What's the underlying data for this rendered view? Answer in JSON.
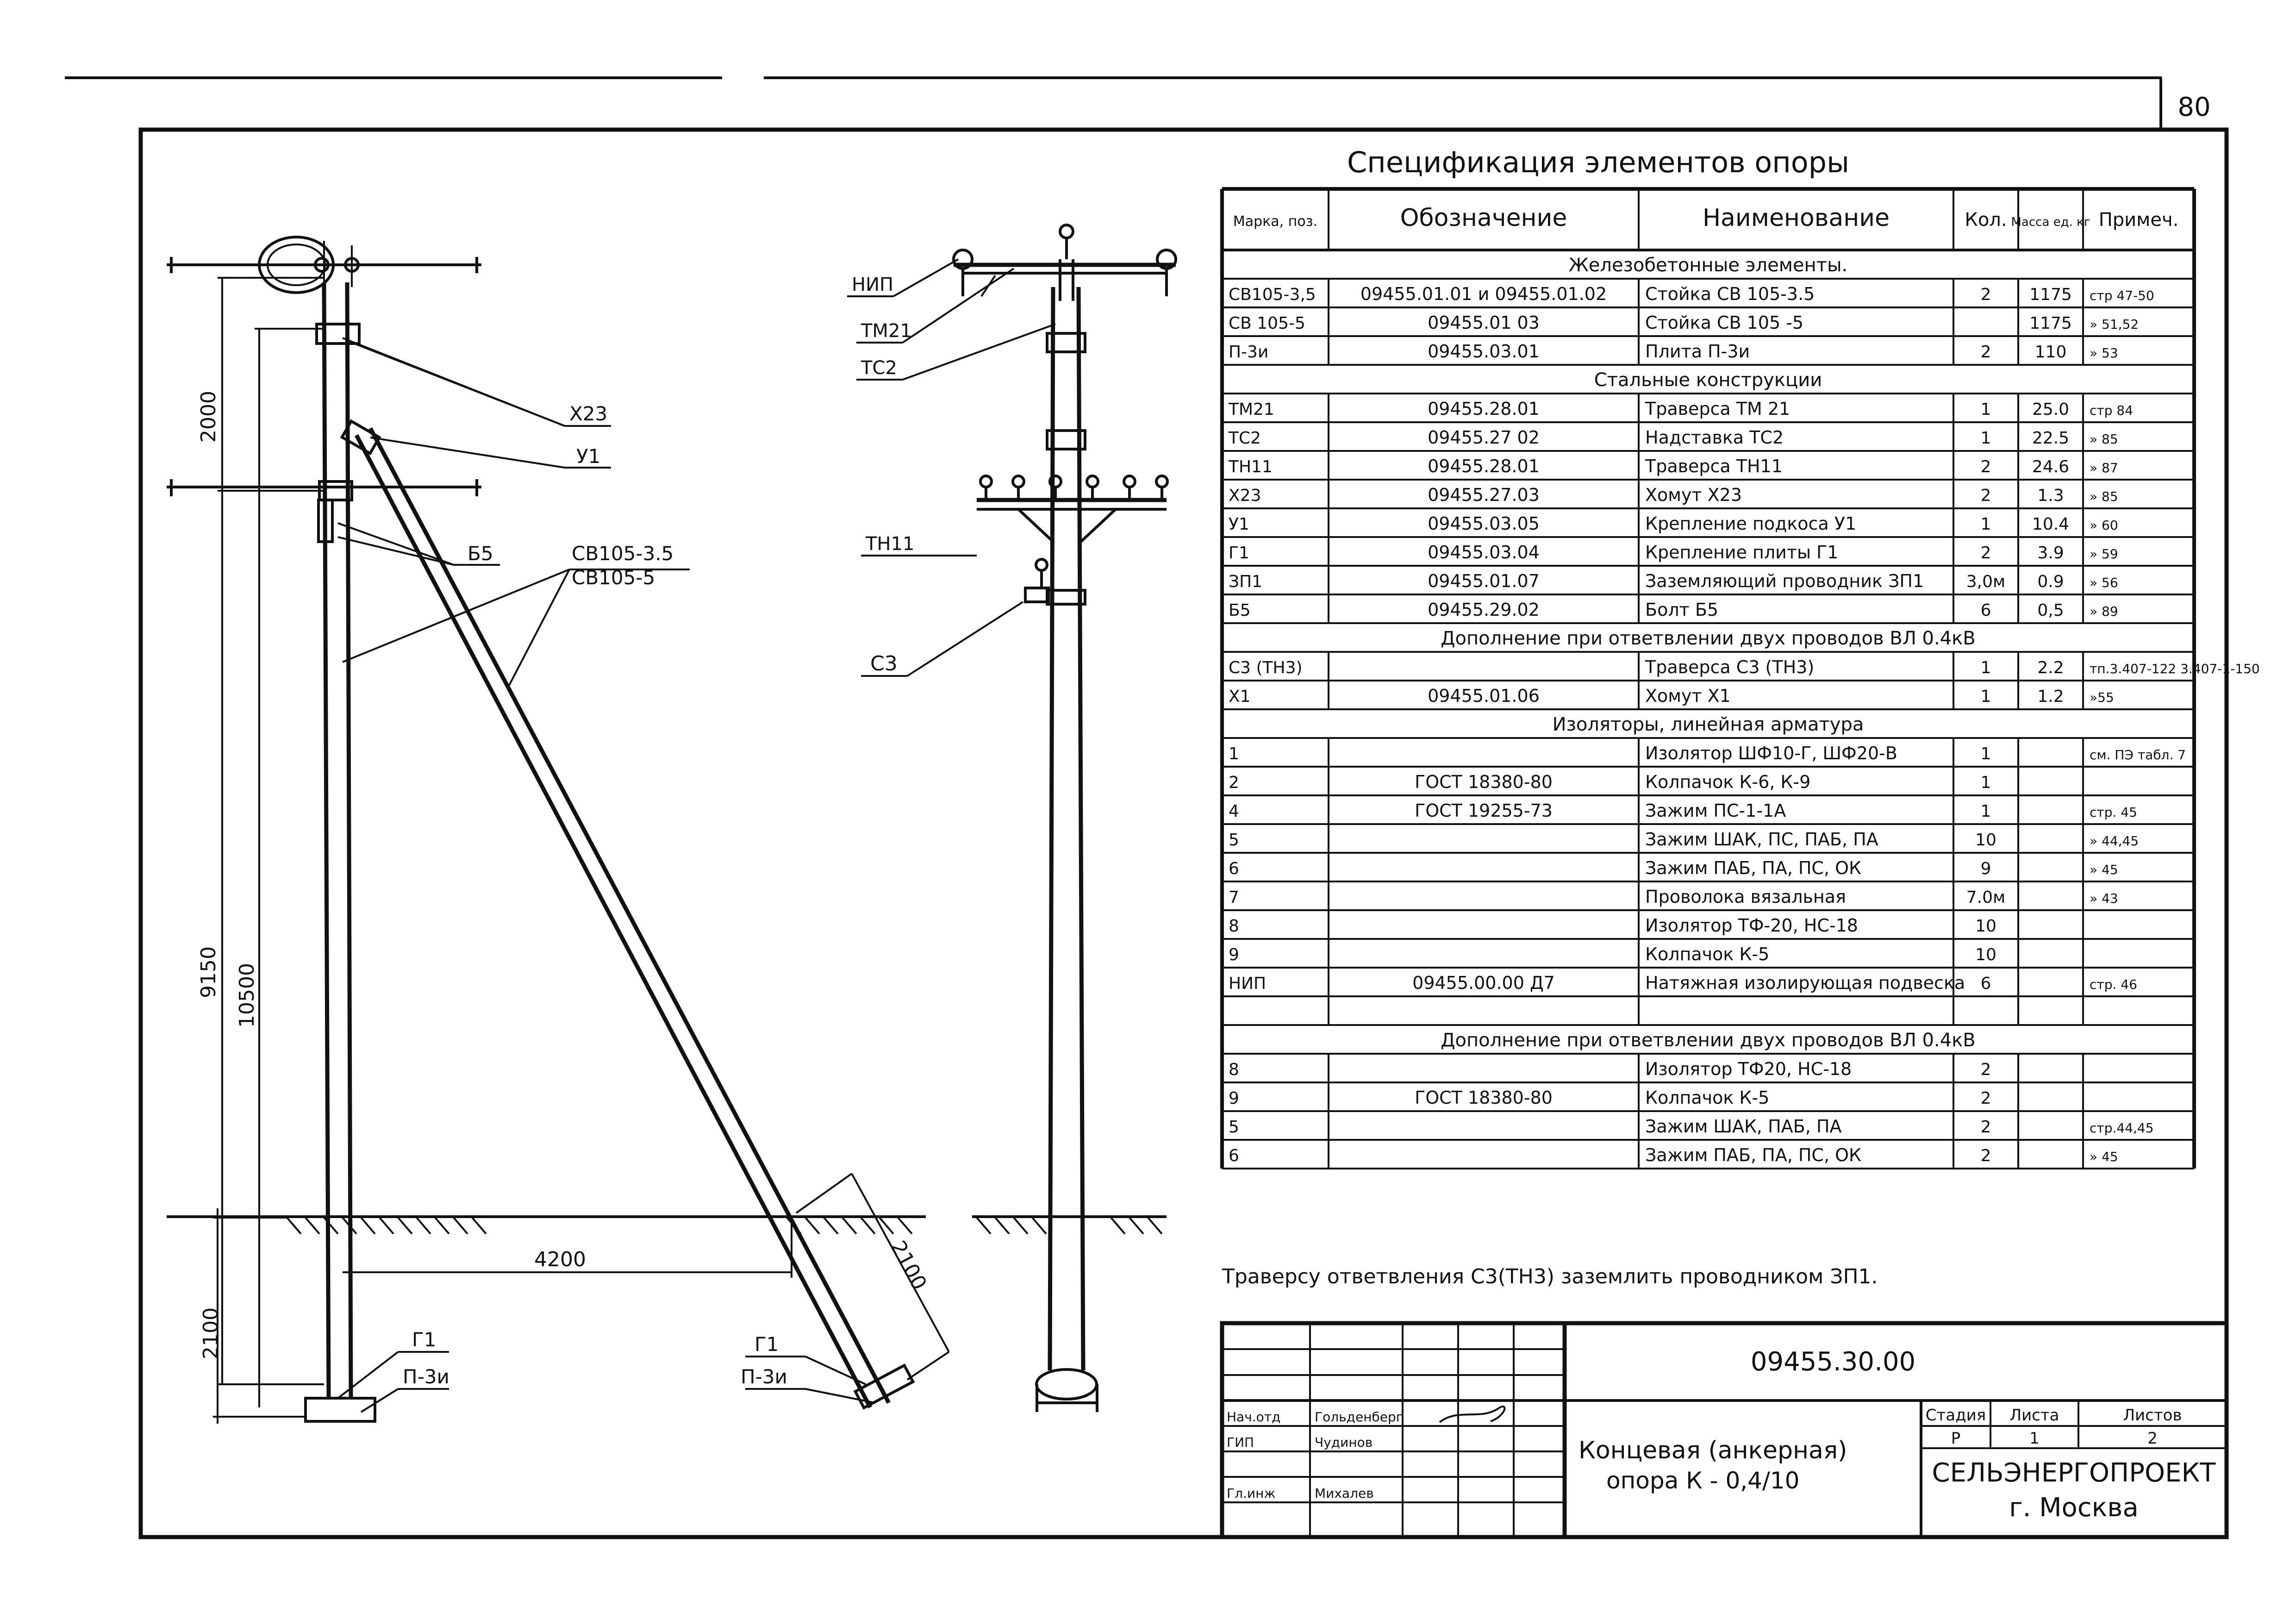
{
  "page_number": "80",
  "spec": {
    "title": "Спецификация элементов опоры",
    "headers": [
      "Марка, поз.",
      "Обозначение",
      "Наименование",
      "Кол.",
      "Масса ед. кг",
      "Примеч."
    ],
    "rows": [
      {
        "kind": "section",
        "text": "Железобетонные элементы."
      },
      {
        "kind": "row",
        "cells": [
          "СВ105-3,5",
          "09455.01.01 и 09455.01.02",
          "Стойка СВ 105-3.5",
          "2",
          "1175",
          "стр 47-50"
        ]
      },
      {
        "kind": "row",
        "cells": [
          "СВ 105-5",
          "09455.01 03",
          "Стойка СВ 105 -5",
          "",
          "1175",
          "» 51,52"
        ]
      },
      {
        "kind": "row",
        "cells": [
          "П-3и",
          "09455.03.01",
          "Плита П-3и",
          "2",
          "110",
          "» 53"
        ]
      },
      {
        "kind": "section",
        "text": "Стальные конструкции"
      },
      {
        "kind": "row",
        "cells": [
          "ТМ21",
          "09455.28.01",
          "Траверса ТМ 21",
          "1",
          "25.0",
          "стр 84"
        ]
      },
      {
        "kind": "row",
        "cells": [
          "ТС2",
          "09455.27 02",
          "Надставка ТС2",
          "1",
          "22.5",
          "» 85"
        ]
      },
      {
        "kind": "row",
        "cells": [
          "ТН11",
          "09455.28.01",
          "Траверса ТН11",
          "2",
          "24.6",
          "» 87"
        ]
      },
      {
        "kind": "row",
        "cells": [
          "Х23",
          "09455.27.03",
          "Хомут Х23",
          "2",
          "1.3",
          "» 85"
        ]
      },
      {
        "kind": "row",
        "cells": [
          "У1",
          "09455.03.05",
          "Крепление подкоса У1",
          "1",
          "10.4",
          "» 60"
        ]
      },
      {
        "kind": "row",
        "cells": [
          "Г1",
          "09455.03.04",
          "Крепление плиты Г1",
          "2",
          "3.9",
          "» 59"
        ]
      },
      {
        "kind": "row",
        "cells": [
          "ЗП1",
          "09455.01.07",
          "Заземляющий проводник ЗП1",
          "3,0м",
          "0.9",
          "» 56"
        ]
      },
      {
        "kind": "row",
        "cells": [
          "Б5",
          "09455.29.02",
          "Болт Б5",
          "6",
          "0,5",
          "» 89"
        ]
      },
      {
        "kind": "section",
        "text": "Дополнение при ответвлении двух проводов ВЛ 0.4кВ"
      },
      {
        "kind": "row",
        "cells": [
          "С3 (ТН3)",
          "",
          "Траверса С3 (ТН3)",
          "1",
          "2.2",
          "тп.3.407-122 3.407-1-150"
        ]
      },
      {
        "kind": "row",
        "cells": [
          "Х1",
          "09455.01.06",
          "Хомут Х1",
          "1",
          "1.2",
          "»55"
        ]
      },
      {
        "kind": "section",
        "text": "Изоляторы, линейная арматура"
      },
      {
        "kind": "row",
        "cells": [
          "1",
          "",
          "Изолятор ШФ10-Г, ШФ20-В",
          "1",
          "",
          "см. ПЭ табл. 7"
        ]
      },
      {
        "kind": "row",
        "cells": [
          "2",
          "ГОСТ 18380-80",
          "Колпачок К-6, К-9",
          "1",
          "",
          ""
        ]
      },
      {
        "kind": "row",
        "cells": [
          "4",
          "ГОСТ 19255-73",
          "Зажим ПС-1-1А",
          "1",
          "",
          "стр. 45"
        ]
      },
      {
        "kind": "row",
        "cells": [
          "5",
          "",
          "Зажим ШАК, ПС, ПАБ, ПА",
          "10",
          "",
          "» 44,45"
        ]
      },
      {
        "kind": "row",
        "cells": [
          "6",
          "",
          "Зажим ПАБ, ПА, ПС, ОК",
          "9",
          "",
          "» 45"
        ]
      },
      {
        "kind": "row",
        "cells": [
          "7",
          "",
          "Проволока вязальная",
          "7.0м",
          "",
          "» 43"
        ]
      },
      {
        "kind": "row",
        "cells": [
          "8",
          "",
          "Изолятор ТФ-20, НС-18",
          "10",
          "",
          ""
        ]
      },
      {
        "kind": "row",
        "cells": [
          "9",
          "",
          "Колпачок К-5",
          "10",
          "",
          ""
        ]
      },
      {
        "kind": "row",
        "cells": [
          "НИП",
          "09455.00.00 Д7",
          "Натяжная изолирующая подвеска",
          "6",
          "",
          "стр. 46"
        ]
      },
      {
        "kind": "row",
        "cells": [
          "",
          "",
          "",
          "",
          "",
          ""
        ]
      },
      {
        "kind": "section",
        "text": "Дополнение при ответвлении двух проводов ВЛ 0.4кВ"
      },
      {
        "kind": "row",
        "cells": [
          "8",
          "",
          "Изолятор ТФ20, НС-18",
          "2",
          "",
          ""
        ]
      },
      {
        "kind": "row",
        "cells": [
          "9",
          "ГОСТ 18380-80",
          "Колпачок К-5",
          "2",
          "",
          ""
        ]
      },
      {
        "kind": "row",
        "cells": [
          "5",
          "",
          "Зажим ШАК, ПАБ, ПА",
          "2",
          "",
          "стр.44,45"
        ]
      },
      {
        "kind": "row",
        "cells": [
          "6",
          "",
          "Зажим ПАБ, ПА, ПС, ОК",
          "2",
          "",
          "» 45"
        ]
      }
    ],
    "note": "Траверсу ответвления С3(ТН3) заземлить проводником ЗП1."
  },
  "drawing": {
    "labels": {
      "x23": "Х23",
      "y1": "У1",
      "b5": "Б5",
      "sv1": "СВ105-3.5",
      "sv2": "СВ105-5",
      "g1_left": "Г1",
      "p3_left": "П-3и",
      "g1_right": "Г1",
      "p3_right": "П-3и",
      "nip": "НИП",
      "tm21": "ТМ21",
      "ts2": "ТС2",
      "tn11": "ТН11",
      "s3": "С3"
    },
    "dims": {
      "d2000": "2000",
      "d9150": "9150",
      "d10500": "10500",
      "d2100_left": "2100",
      "d4200": "4200",
      "d2100_strut": "2100"
    }
  },
  "title_block": {
    "doc_code": "09455.30.00",
    "title_line1": "Концевая (анкерная)",
    "title_line2": "опора  К - 0,4/10",
    "stage_header": "Стадия",
    "sheet_header": "Листа",
    "sheets_header": "Листов",
    "stage": "Р",
    "sheet": "1",
    "sheets": "2",
    "org": "СЕЛЬЭНЕРГОПРОЕКТ",
    "city": "г. Москва",
    "sign_rows": [
      {
        "role": "Нач.отд",
        "name": "Гольденберг"
      },
      {
        "role": "ГИП",
        "name": "Чудинов"
      },
      {
        "role": "Гл.инж",
        "name": "Михалев"
      }
    ]
  }
}
